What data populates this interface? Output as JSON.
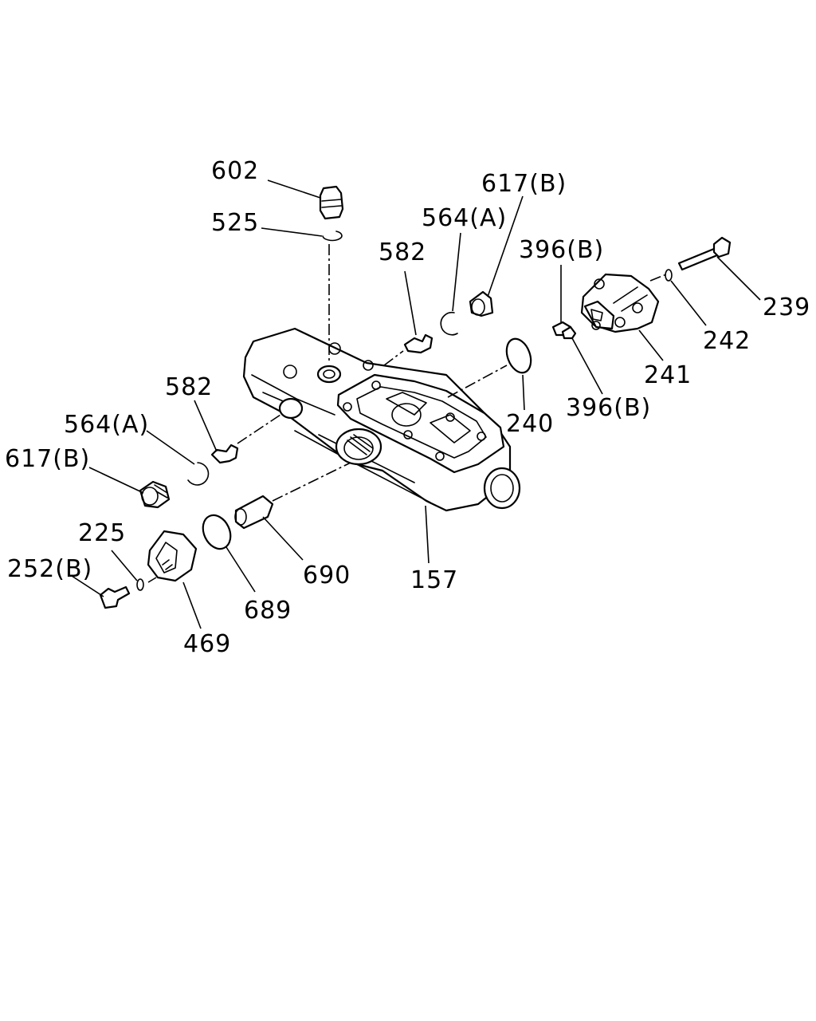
{
  "labels": {
    "l602": "602",
    "l525": "525",
    "l582_top": "582",
    "l564a_top": "564(A)",
    "l617b_top": "617(B)",
    "l396b_top": "396(B)",
    "l239": "239",
    "l242": "242",
    "l241": "241",
    "l396b_mid": "396(B)",
    "l240": "240",
    "l582_left": "582",
    "l564a_left": "564(A)",
    "l617b_left": "617(B)",
    "l225": "225",
    "l252b": "252(B)",
    "l690": "690",
    "l157": "157",
    "l689": "689",
    "l469": "469"
  }
}
